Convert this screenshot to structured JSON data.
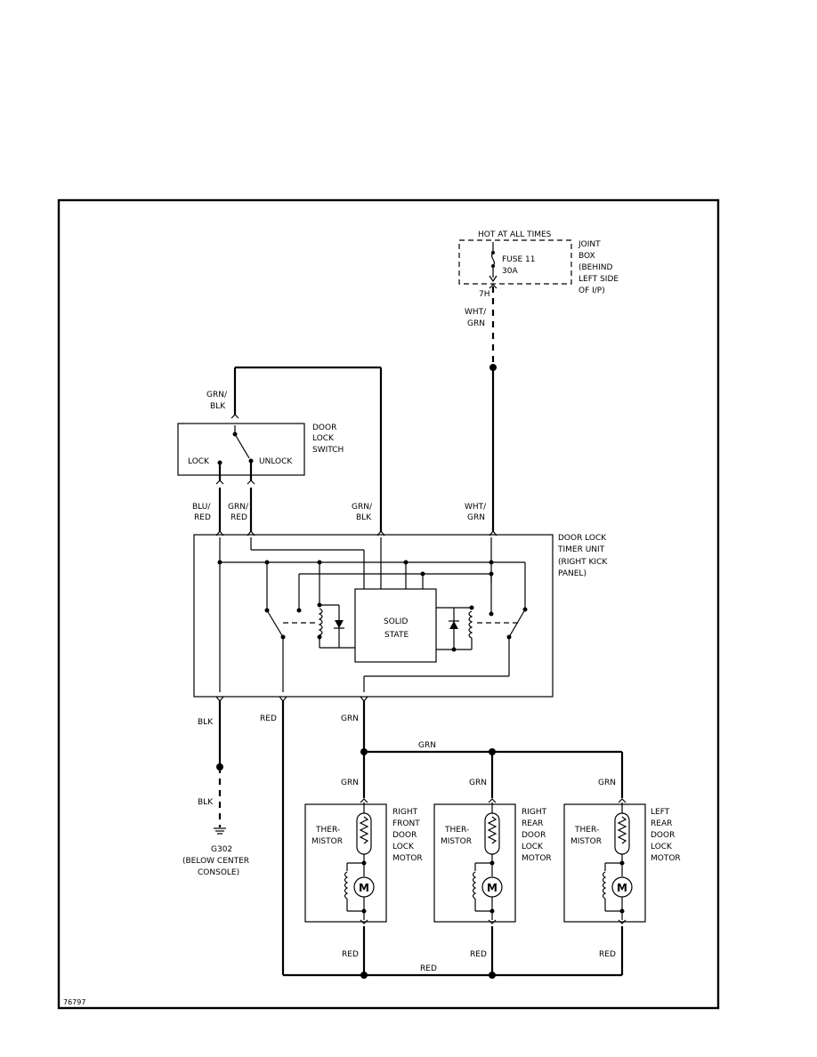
{
  "fuse_box": {
    "hot_label": "HOT AT ALL TIMES",
    "fuse_name": "FUSE 11",
    "fuse_rating": "30A",
    "box_label": [
      "JOINT",
      "BOX",
      "(BEHIND",
      "LEFT SIDE",
      "OF I/P)"
    ],
    "terminal": "7H"
  },
  "wires": {
    "wht_grn_top": [
      "WHT/",
      "GRN"
    ],
    "grn_blk_top": [
      "GRN/",
      "BLK"
    ],
    "blu_red": [
      "BLU/",
      "RED"
    ],
    "grn_red": [
      "GRN/",
      "RED"
    ],
    "grn_blk_mid": [
      "GRN/",
      "BLK"
    ],
    "wht_grn_mid": [
      "WHT/",
      "GRN"
    ],
    "blk_upper": "BLK",
    "blk_lower": "BLK",
    "red_left": "RED",
    "grn_mid": "GRN",
    "grn_bus": "GRN",
    "grn_motor1": "GRN",
    "grn_motor2": "GRN",
    "grn_motor3": "GRN",
    "red_motor1": "RED",
    "red_motor2": "RED",
    "red_motor3": "RED",
    "red_bus": "RED"
  },
  "switch": {
    "title": [
      "DOOR",
      "LOCK",
      "SWITCH"
    ],
    "lock": "LOCK",
    "unlock": "UNLOCK"
  },
  "timer_unit": {
    "title": [
      "DOOR LOCK",
      "TIMER UNIT",
      "(RIGHT KICK",
      "PANEL)"
    ],
    "solid_state": [
      "SOLID",
      "STATE"
    ]
  },
  "ground": {
    "name": "G302",
    "location": [
      "(BELOW CENTER",
      "CONSOLE)"
    ]
  },
  "motors": [
    {
      "thermistor": [
        "THER-",
        "MISTOR"
      ],
      "motor_symbol": "M",
      "label": [
        "RIGHT",
        "FRONT",
        "DOOR",
        "LOCK",
        "MOTOR"
      ]
    },
    {
      "thermistor": [
        "THER-",
        "MISTOR"
      ],
      "motor_symbol": "M",
      "label": [
        "RIGHT",
        "REAR",
        "DOOR",
        "LOCK",
        "MOTOR"
      ]
    },
    {
      "thermistor": [
        "THER-",
        "MISTOR"
      ],
      "motor_symbol": "M",
      "label": [
        "LEFT",
        "REAR",
        "DOOR",
        "LOCK",
        "MOTOR"
      ]
    }
  ],
  "figure_id": "76797"
}
